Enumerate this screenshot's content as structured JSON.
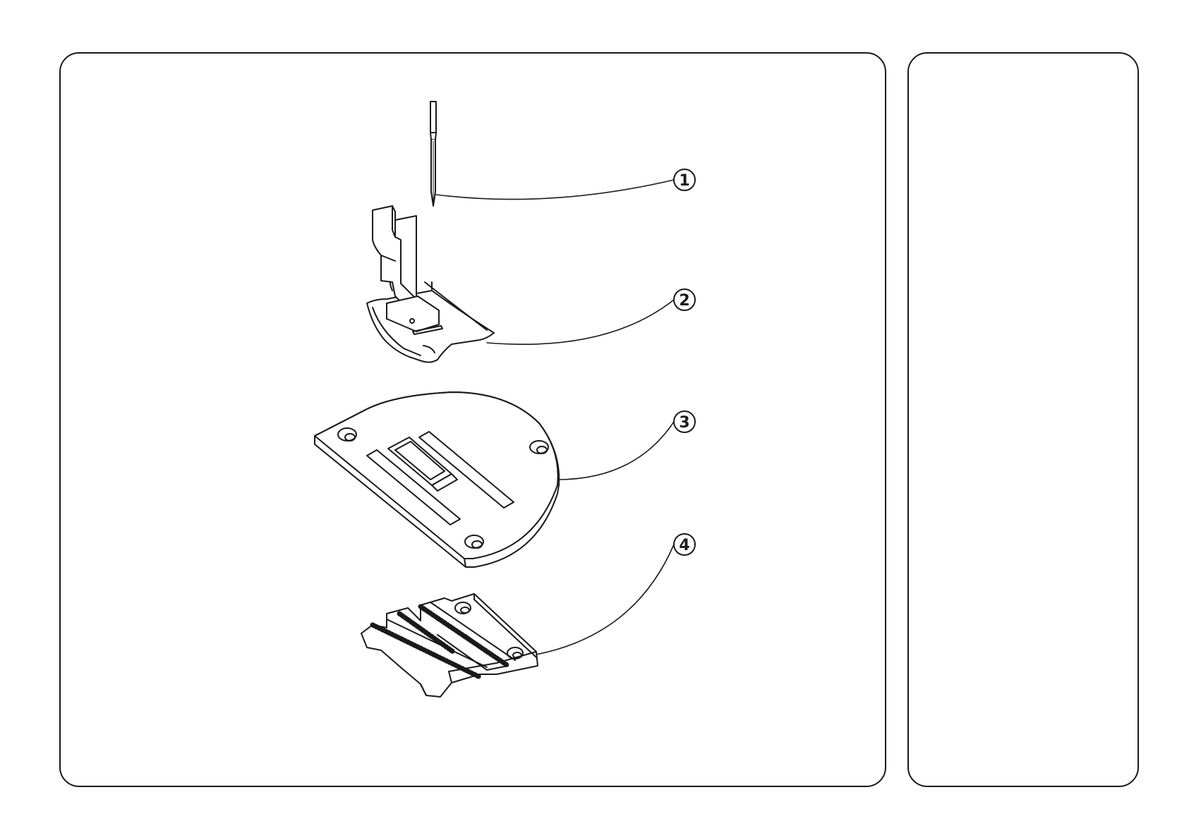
{
  "callouts": [
    {
      "id": "needle",
      "number": "1"
    },
    {
      "id": "presser-foot",
      "number": "2"
    },
    {
      "id": "needle-plate",
      "number": "3"
    },
    {
      "id": "feed-dog",
      "number": "4"
    }
  ],
  "colors": {
    "line": "#1a1a1a",
    "background": "#ffffff"
  }
}
